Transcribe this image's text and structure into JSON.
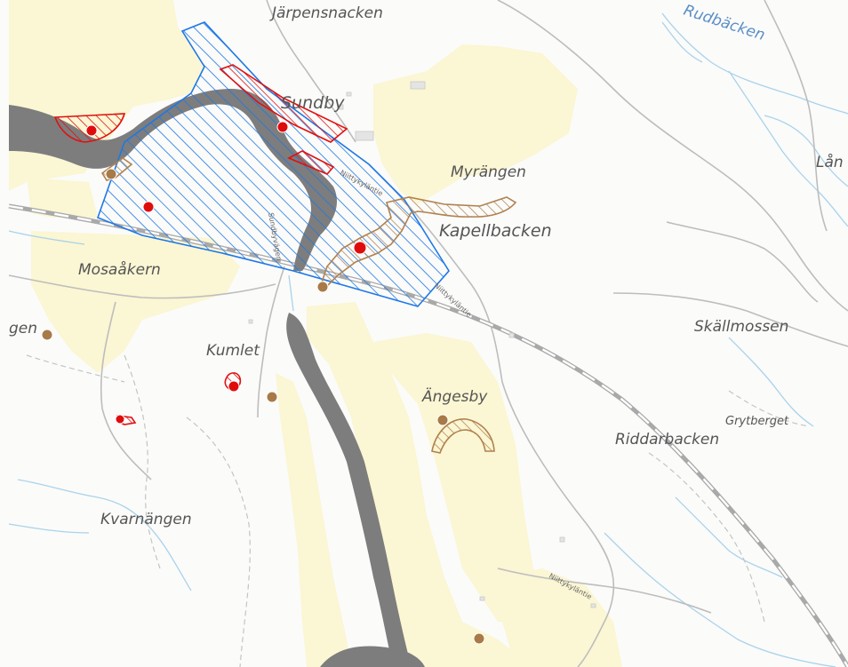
{
  "colors": {
    "background": "#fbfbfa",
    "field": "#fbf6d3",
    "river": "#7d7d7d",
    "water_line": "#a9d3ea",
    "road": "#b9b9b9",
    "railway": "#a9a9a9",
    "blue_zone": "#1e78e6",
    "red_zone": "#e01010",
    "brown_zone": "#b0814f",
    "red_point": "#e00c0c",
    "brown_point": "#a87a48"
  },
  "places": [
    {
      "name": "Järpensnacken",
      "style": "md",
      "icon": "place-label"
    },
    {
      "name": "Rudbäcken",
      "style": "water",
      "icon": "water-label"
    },
    {
      "name": "Sundby",
      "style": "lg"
    },
    {
      "name": "Myrängen",
      "style": "md"
    },
    {
      "name": "Kapellbacken",
      "style": "lg"
    },
    {
      "name": "Lån",
      "style": "md"
    },
    {
      "name": "Mosaåkern",
      "style": "md"
    },
    {
      "name": "gen",
      "style": "md"
    },
    {
      "name": "Skällmossen",
      "style": "md"
    },
    {
      "name": "Kumlet",
      "style": "md"
    },
    {
      "name": "Ängesby",
      "style": "md"
    },
    {
      "name": "Grytberget",
      "style": "sm"
    },
    {
      "name": "Riddarbacken",
      "style": "md"
    },
    {
      "name": "Kvarnängen",
      "style": "md"
    }
  ],
  "roads": [
    {
      "name": "Niittykyläntie"
    },
    {
      "name": "Niittykyläntie"
    },
    {
      "name": "Niittykyläntie"
    },
    {
      "name": "Sundbyvägen"
    }
  ],
  "icons": {
    "blue_zone": "hatched-protection-area",
    "red_zone": "hatched-red-area",
    "brown_zone": "hatched-brown-area",
    "red_point": "red-circle-marker",
    "brown_point": "brown-circle-marker"
  }
}
